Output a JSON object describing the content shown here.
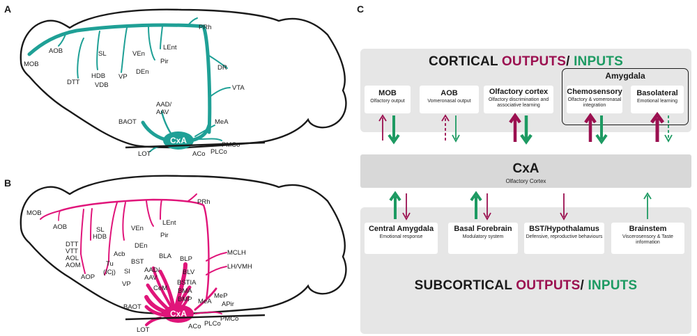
{
  "panels": {
    "a": "A",
    "b": "B",
    "c": "C"
  },
  "colors": {
    "teal": "#1fa096",
    "magenta": "#e0157a",
    "maroon": "#9b1050",
    "green": "#1d9a62",
    "band": "#e6e6e6"
  },
  "panel_a": {
    "center": "CxA",
    "labels": {
      "mob": "MOB",
      "aob": "AOB",
      "dtt": "DTT",
      "hdb": "HDB",
      "vdb": "VDB",
      "sl": "SL",
      "vp": "VP",
      "ven": "VEn",
      "den": "DEn",
      "pir": "Pir",
      "lent": "LEnt",
      "prh": "PRh",
      "dr": "DR",
      "vta": "VTA",
      "aad": "AAD/",
      "aav": "AAV",
      "baot": "BAOT",
      "mea": "MeA",
      "lot": "LOT",
      "aco": "ACo",
      "plco": "PLCo",
      "pmco": "PMCo"
    }
  },
  "panel_b": {
    "center": "CxA",
    "labels": {
      "mob": "MOB",
      "aob": "AOB",
      "dtt": "DTT",
      "vtt": "VTT",
      "aol": "AOL",
      "aom": "AOM",
      "aop": "AOP",
      "hdb": "HDB",
      "sl": "SL",
      "acb": "Acb",
      "tu": "Tu",
      "icj": "(ICj)",
      "ven": "VEn",
      "den": "DEn",
      "pir": "Pir",
      "lent": "LEnt",
      "prh": "PRh",
      "bst": "BST",
      "si": "SI",
      "vp": "VP",
      "aad": "AAD/",
      "aav": "AAV",
      "cem": "CeM",
      "bla": "BLA",
      "blp": "BLP",
      "blv": "BLV",
      "bstia": "BSTIA",
      "bma": "BMA",
      "bmp": "BMP",
      "mclh": "MCLH",
      "lhvmh": "LH/VMH",
      "mea": "MeA",
      "mep": "MeP",
      "apir": "APir",
      "baot": "BAOT",
      "lot": "LOT",
      "aco": "ACo",
      "plco": "PLCo",
      "pmco": "PMCo"
    }
  },
  "panel_c": {
    "top_title": {
      "a": "CORTICAL ",
      "b": "OUTPUTS",
      "c": "/ ",
      "d": "INPUTS"
    },
    "bottom_title": {
      "a": "SUBCORTICAL ",
      "b": "OUTPUTS",
      "c": "/ ",
      "d": "INPUTS"
    },
    "amygdala_label": "Amygdala",
    "cortical": [
      {
        "title": "MOB",
        "sub": "Olfactory output"
      },
      {
        "title": "AOB",
        "sub": "Vomeronasal output"
      },
      {
        "title": "Olfactory cortex",
        "sub": "Olfactory discrimination and associative learning"
      },
      {
        "title": "Chemosensory",
        "sub": "Olfactory & vomeronasal integration"
      },
      {
        "title": "Basolateral",
        "sub": "Emotional learning"
      }
    ],
    "center": {
      "title": "CxA",
      "sub": "Olfactory Cortex"
    },
    "subcortical": [
      {
        "title": "Central Amygdala",
        "sub": "Emotional response"
      },
      {
        "title": "Basal Forebrain",
        "sub": "Modulatory system"
      },
      {
        "title": "BST/Hypothalamus",
        "sub": "Defensive, reproductive behaviours"
      },
      {
        "title": "Brainstem",
        "sub": "Viscerosensory & Taste information"
      }
    ]
  }
}
